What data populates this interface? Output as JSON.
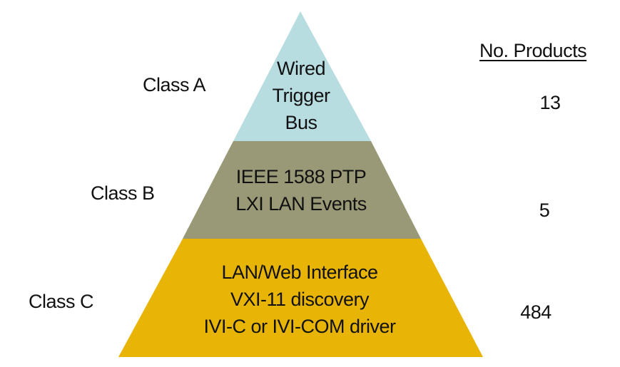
{
  "header": {
    "count_column_label": "No. Products"
  },
  "tiers": [
    {
      "class_label": "Class A",
      "lines": [
        "Wired",
        "Trigger",
        "Bus"
      ],
      "product_count": "13",
      "color": "#b8dde1"
    },
    {
      "class_label": "Class B",
      "lines": [
        "IEEE 1588 PTP",
        "LXI LAN Events"
      ],
      "product_count": "5",
      "color": "#999977"
    },
    {
      "class_label": "Class C",
      "lines": [
        "LAN/Web Interface",
        "VXI-11 discovery",
        "IVI-C or IVI-COM driver"
      ],
      "product_count": "484",
      "color": "#e8b507"
    }
  ]
}
